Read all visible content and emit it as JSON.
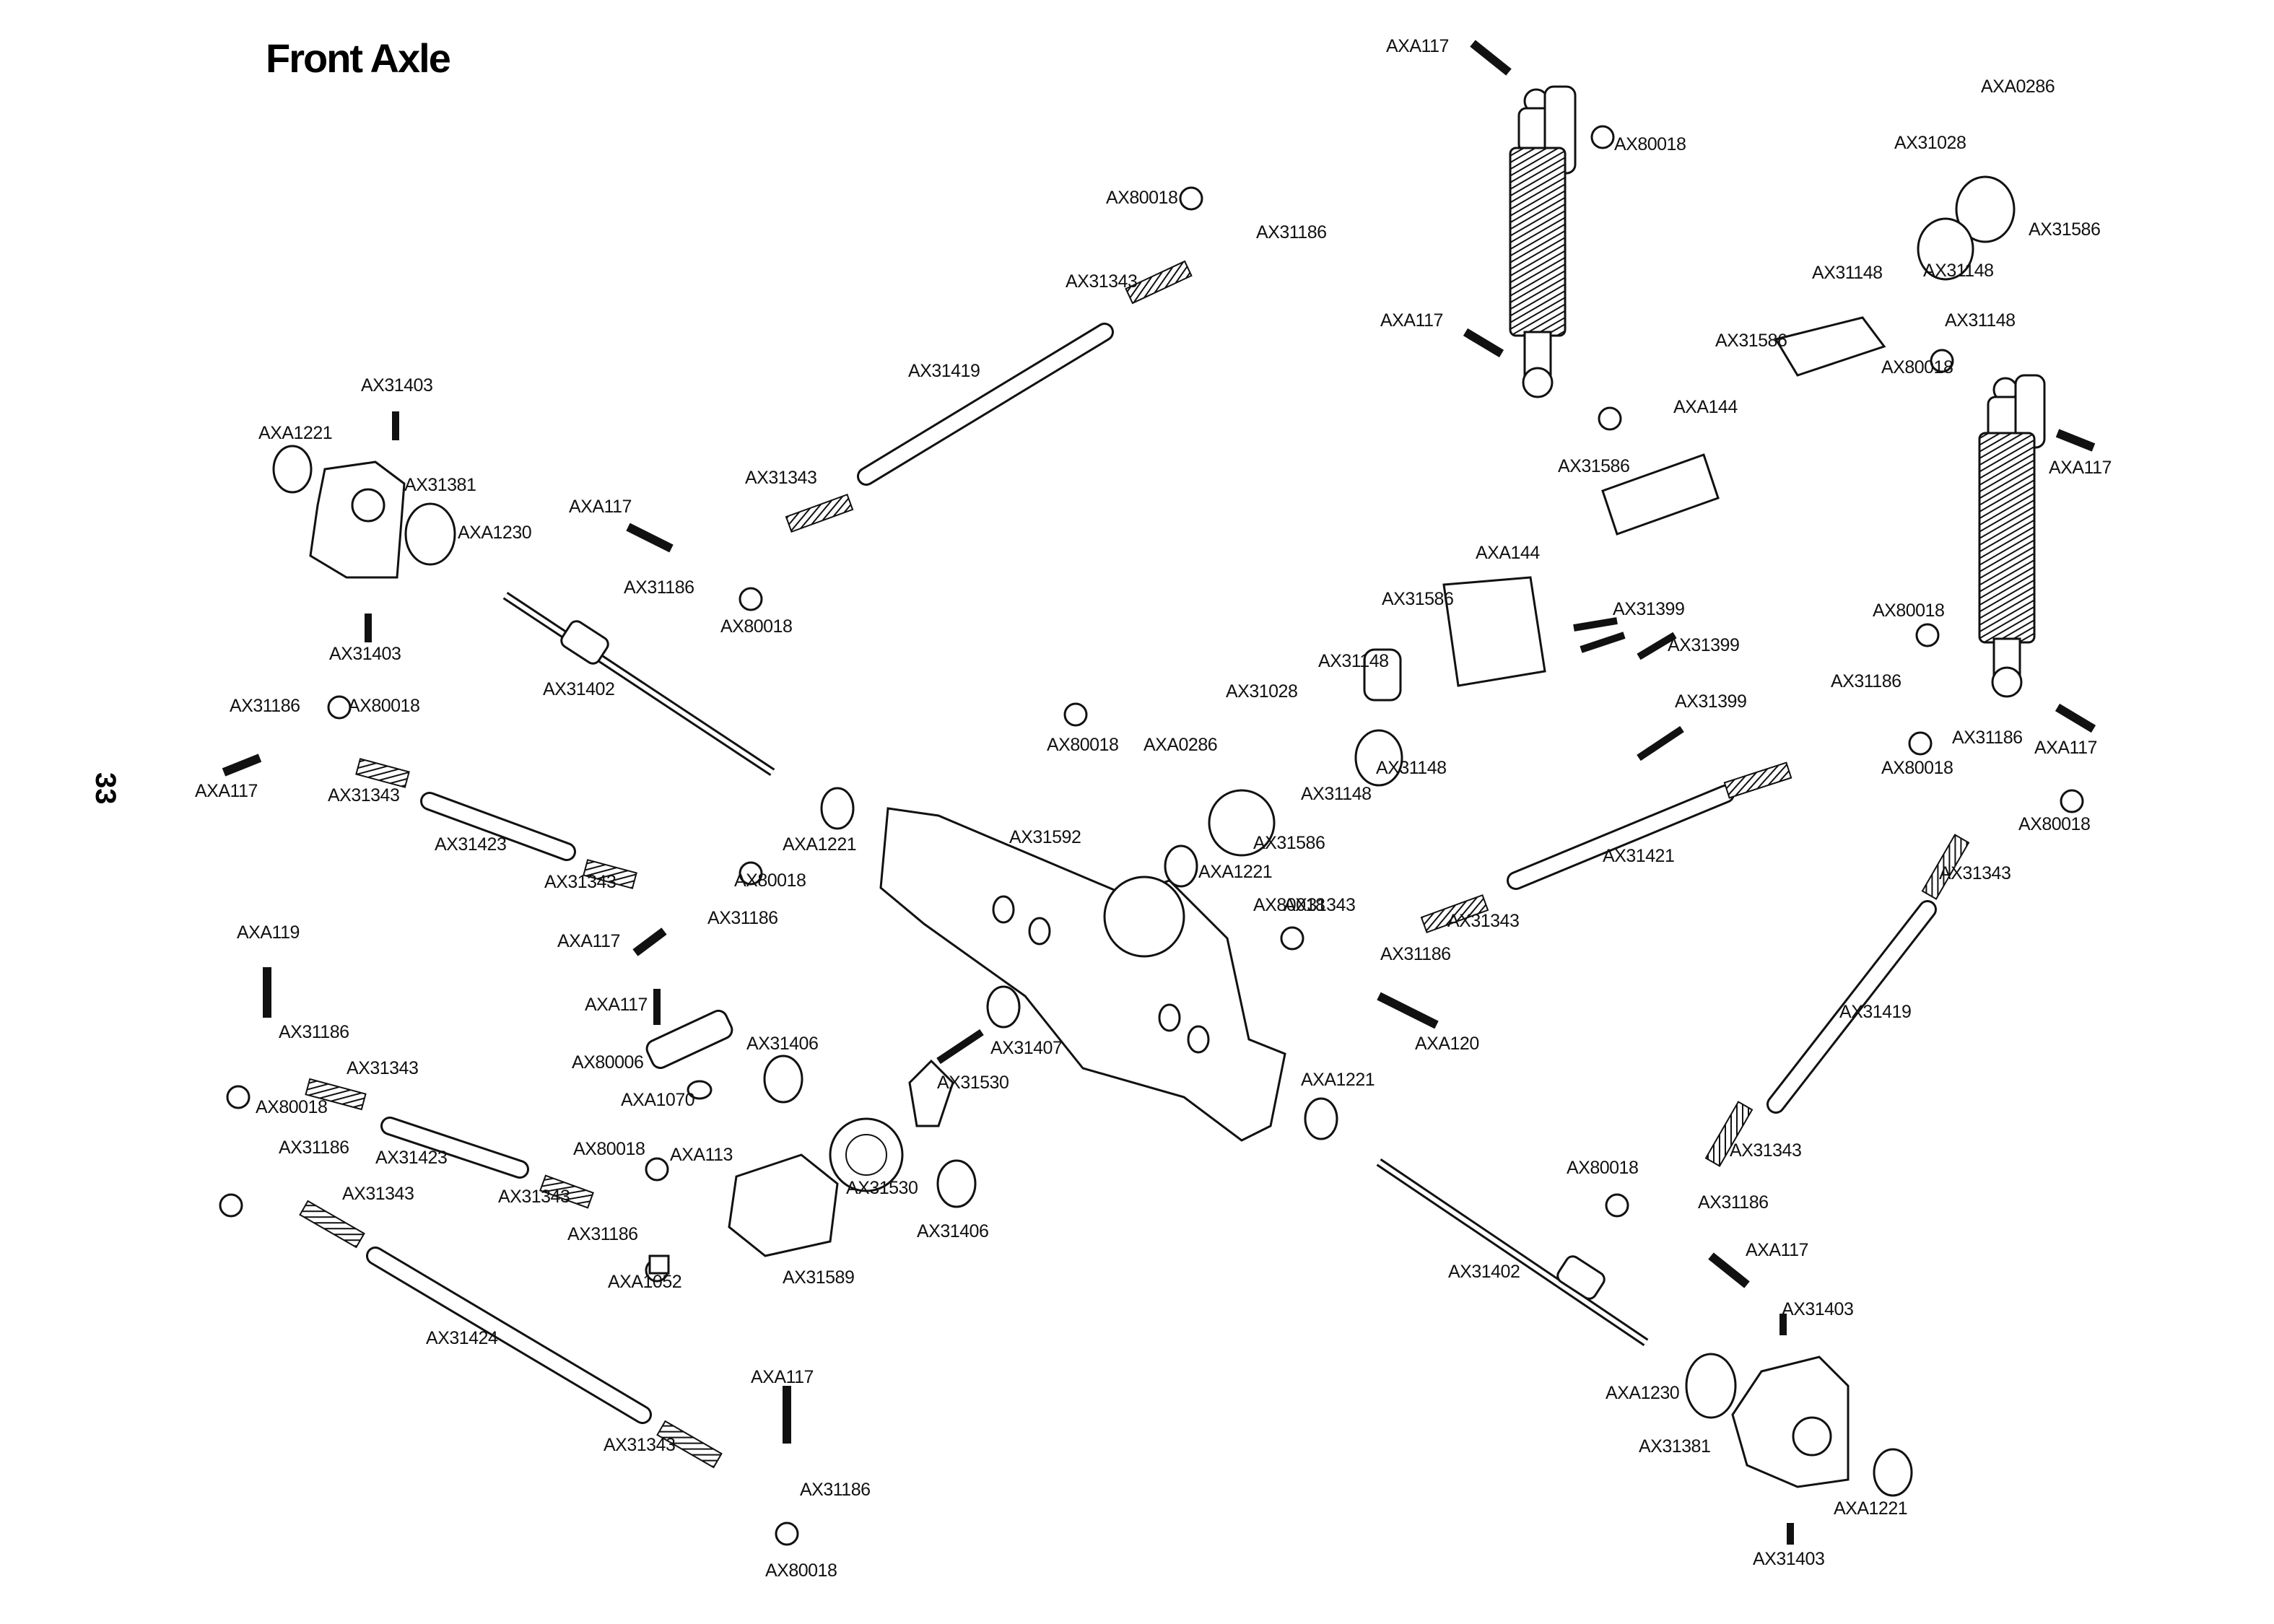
{
  "page": {
    "title": "Front Axle",
    "page_number": "33"
  },
  "callouts": [
    "AXA117",
    "AX80018",
    "AXA0286",
    "AX31028",
    "AX31586",
    "AX80018",
    "AX31186",
    "AX31148",
    "AX31148",
    "AX31148",
    "AX31343",
    "AXA117",
    "AX31586",
    "AX80018",
    "AXA144",
    "AXA117",
    "AX31419",
    "AX31403",
    "AXA1221",
    "AX31381",
    "AXA1230",
    "AX31343",
    "AX31586",
    "AXA117",
    "AX31186",
    "AX80018",
    "AXA144",
    "AX31586",
    "AX80018",
    "AX31403",
    "AX31402",
    "AX31399",
    "AX31399",
    "AX31148",
    "AX31028",
    "AX31399",
    "AX31186",
    "AX31186",
    "AX80018",
    "AXA0286",
    "AX80018",
    "AX31148",
    "AX31148",
    "AX80018",
    "AXA117",
    "AX31186",
    "AXA117",
    "AX31343",
    "AX31343",
    "AX80018",
    "AXA1221",
    "AX31592",
    "AX31586",
    "AX31423",
    "AXA1221",
    "AX31421",
    "AX31343",
    "AX80018",
    "AX80018",
    "AX31343",
    "AX31343",
    "AX31186",
    "AXA117",
    "AX31186",
    "AXA119",
    "AXA117",
    "AX31419",
    "AXA120",
    "AX80006",
    "AX31407",
    "AX31406",
    "AX31186",
    "AX31343",
    "AXA1070",
    "AX31530",
    "AXA1221",
    "AX80018",
    "AX31423",
    "AX80018",
    "AXA113",
    "AX31186",
    "AX31343",
    "AX31343",
    "AX31530",
    "AX31343",
    "AX80018",
    "AX31186",
    "AX31406",
    "AX31186",
    "AXA117",
    "AXA1052",
    "AX31589",
    "AX31402",
    "AX31403",
    "AX31424",
    "AXA1230",
    "AXA117",
    "AX31381",
    "AX31343",
    "AX31186",
    "AXA1221",
    "AX80018",
    "AX31403"
  ]
}
